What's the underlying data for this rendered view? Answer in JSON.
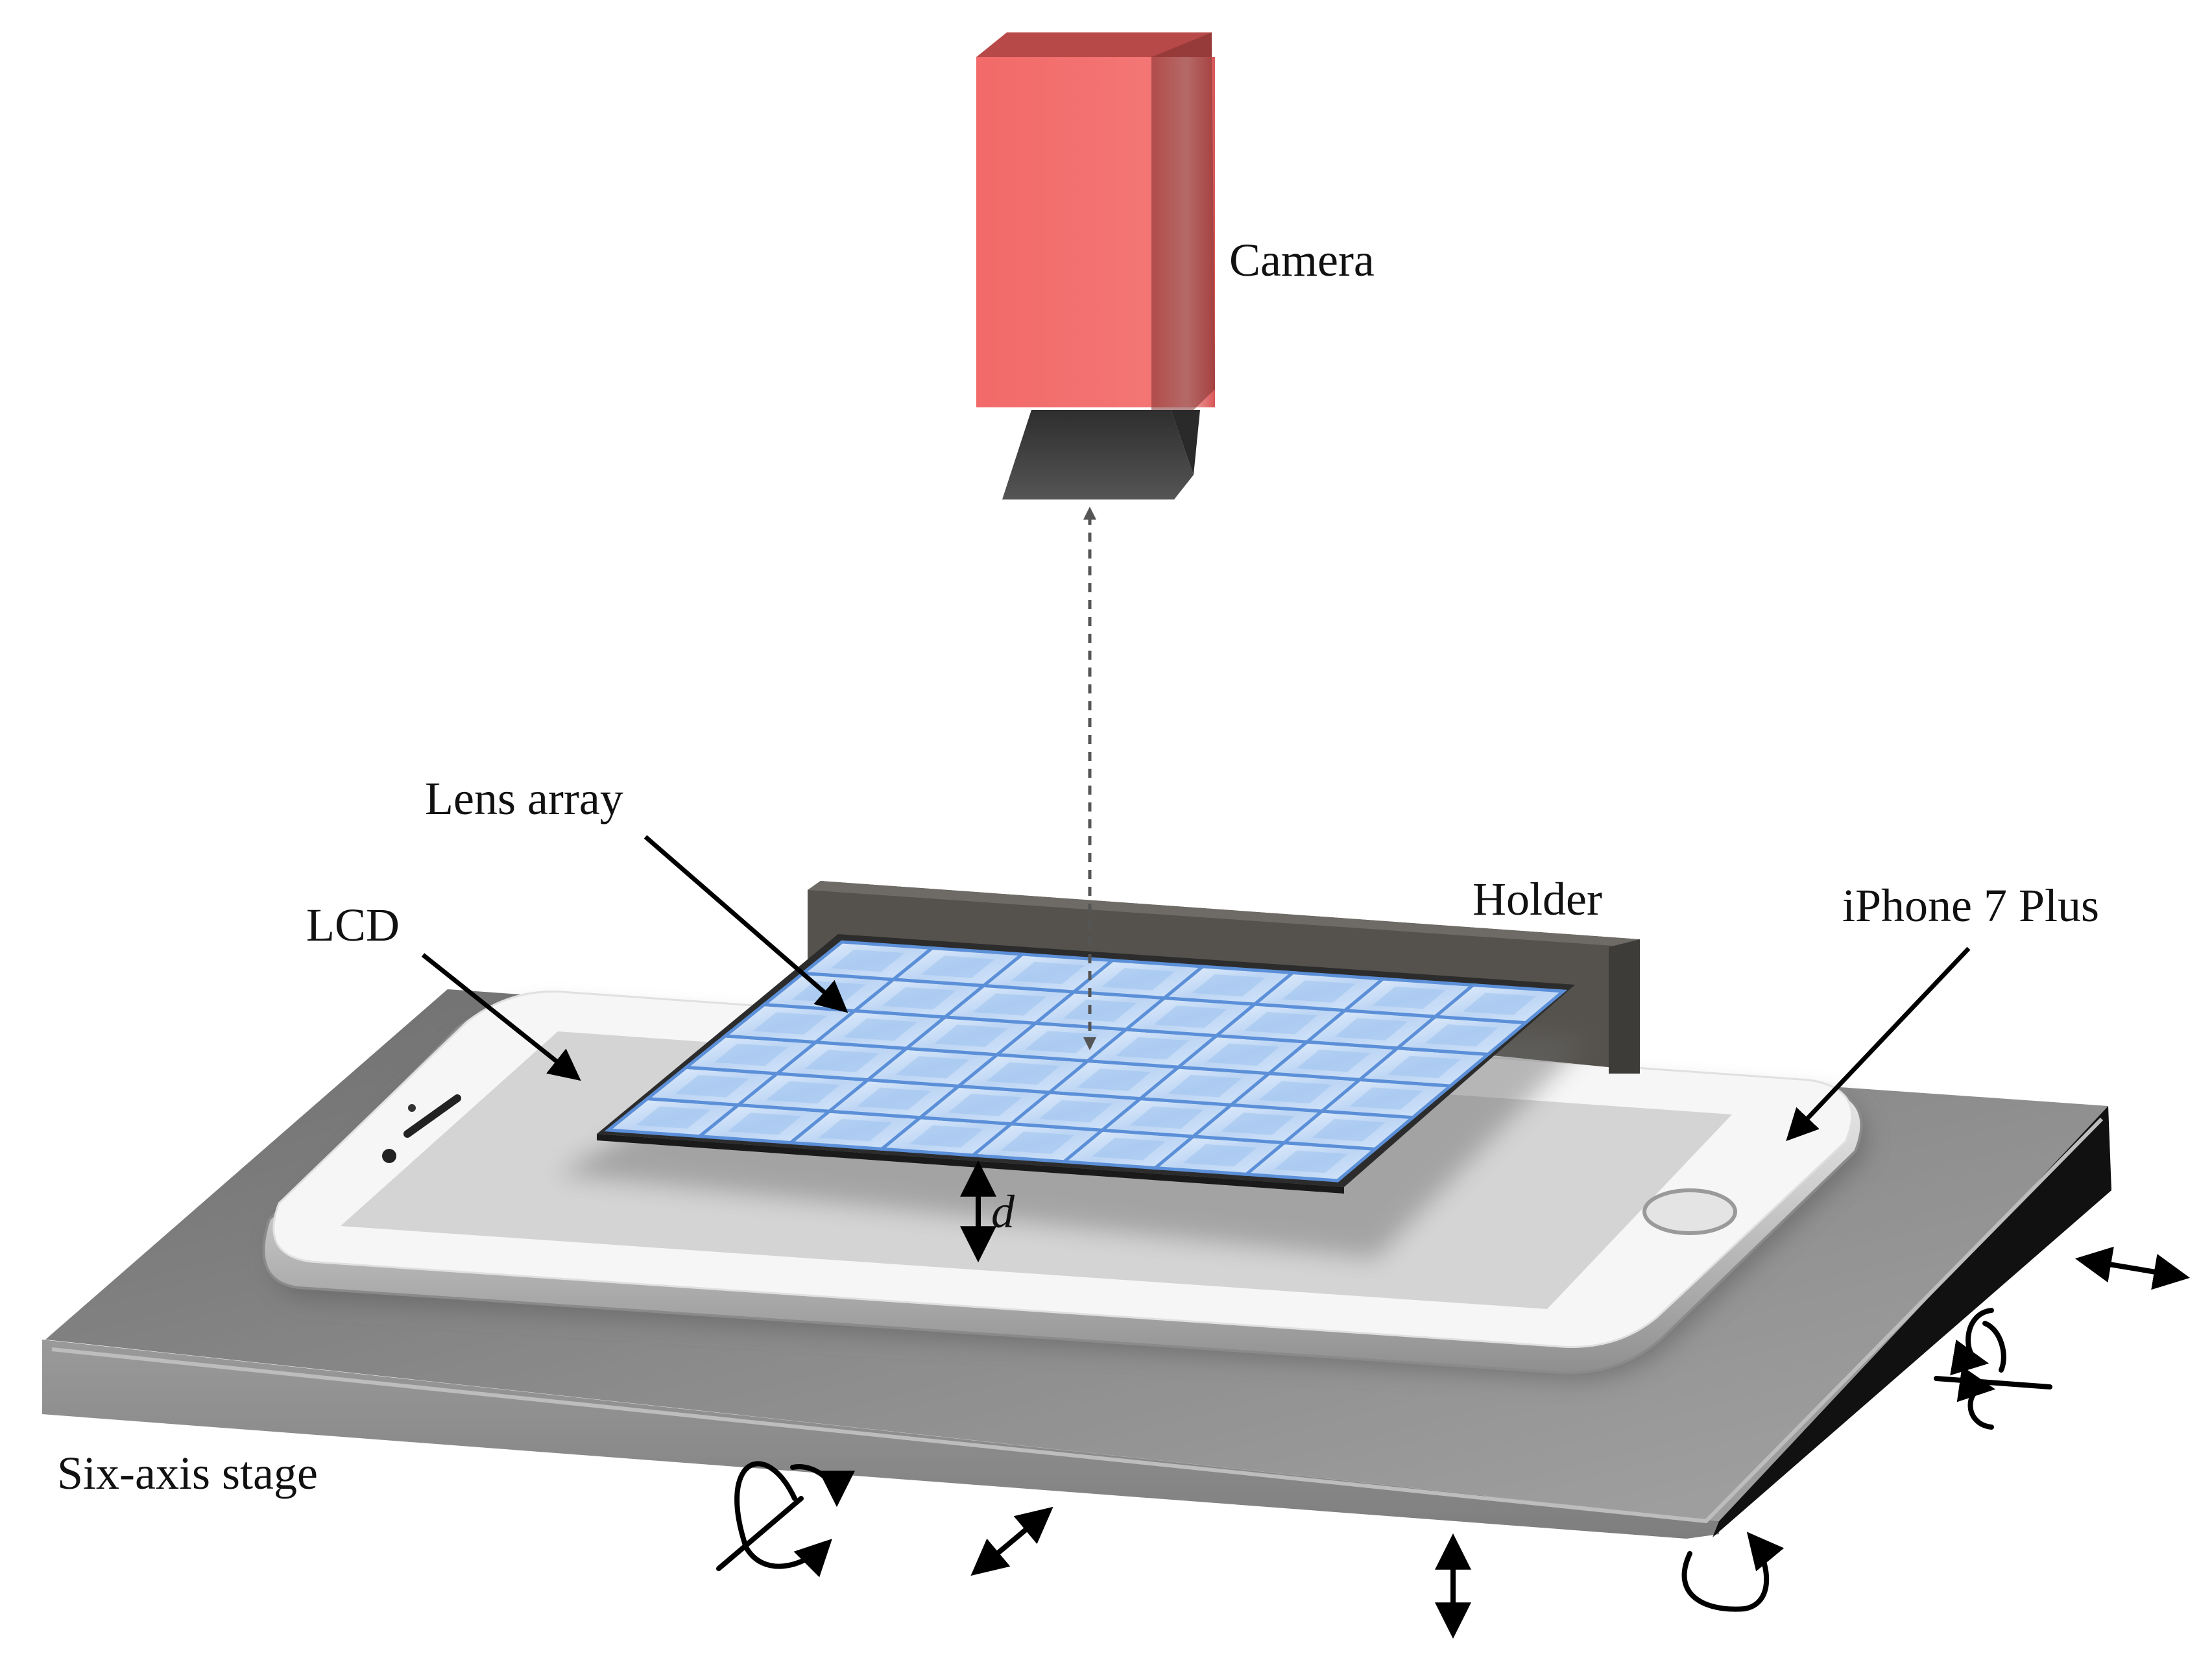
{
  "labels": {
    "camera": "Camera",
    "lens_array": "Lens array",
    "holder": "Holder",
    "lcd": "LCD",
    "phone": "iPhone 7 Plus",
    "distance": "d",
    "stage": "Six-axis stage"
  },
  "lens_grid": {
    "rows": 6,
    "cols": 8
  },
  "colors": {
    "camera_front": "#f26a69",
    "camera_side": "#7c2f2e",
    "camera_top": "#b84949",
    "lens_housing": "#444444",
    "stage_top": "#8d8d8d",
    "stage_front": "#8a8a8a",
    "stage_side": "#111111",
    "phone_body": "#f6f6f6",
    "phone_screen": "#d4d4d4",
    "lens_cell": "#c8def6",
    "lens_grid_line": "#5b8fd8",
    "holder": "#55524d"
  }
}
